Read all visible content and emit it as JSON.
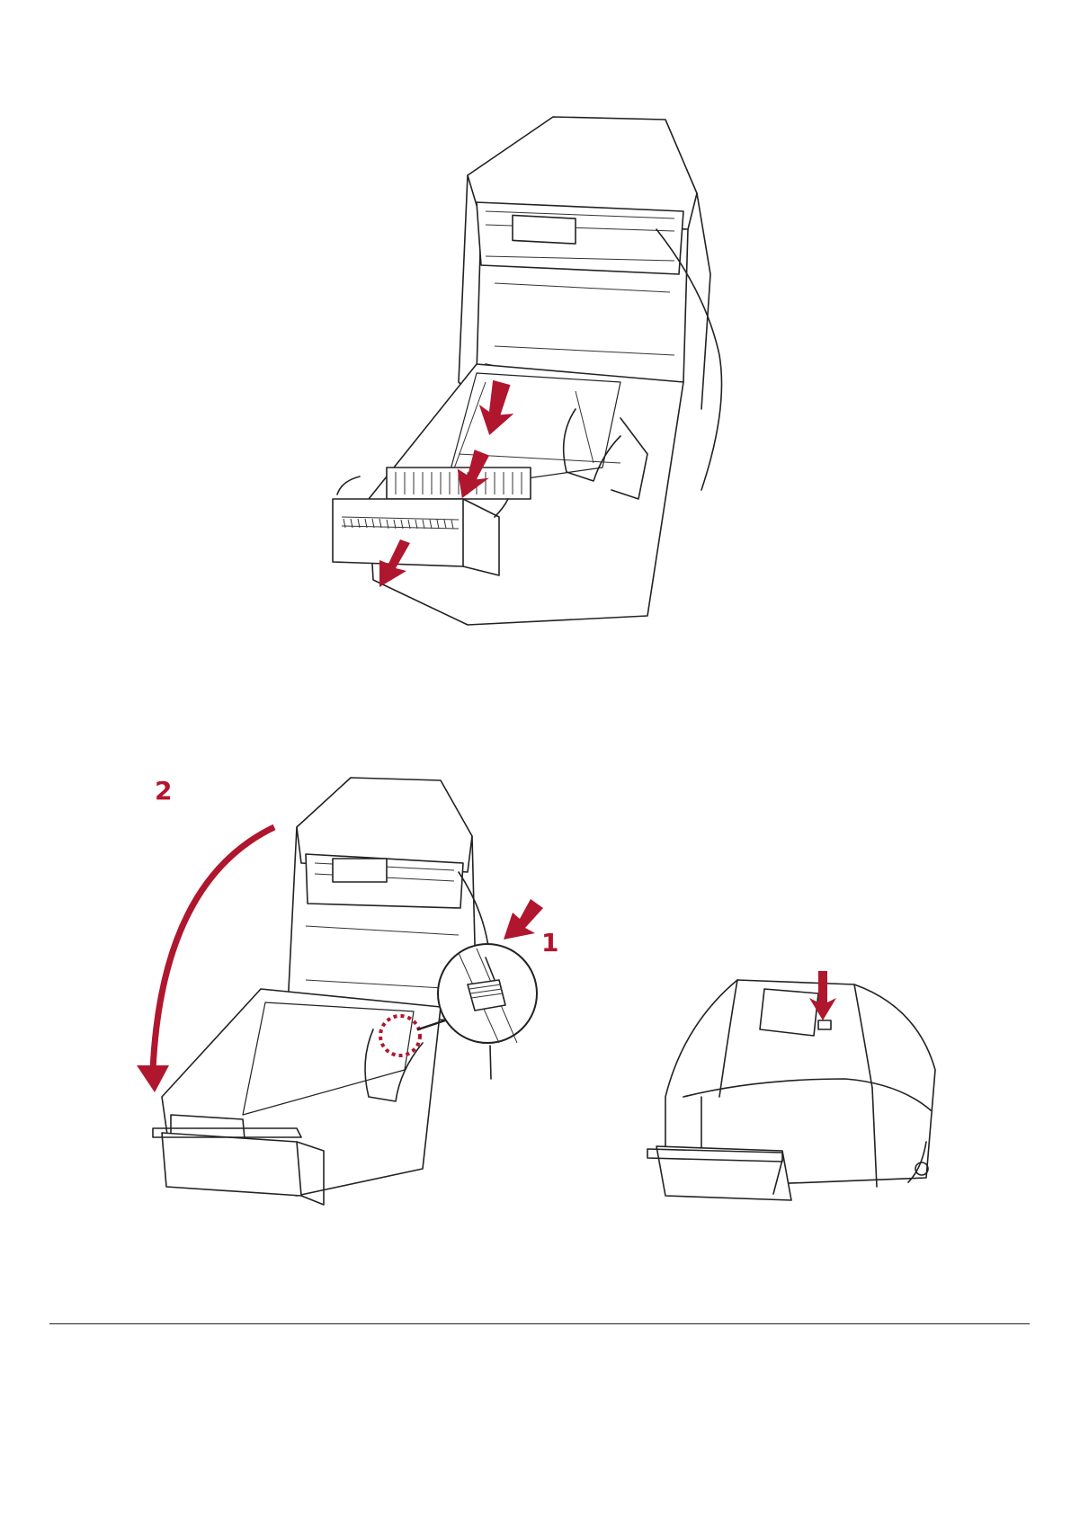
{
  "steps": {
    "step_1": "1",
    "step_2": "2"
  },
  "colors": {
    "accent": "#b0162e",
    "line": "#222222"
  },
  "icons": {
    "figure_top": "printer-open-load-media-illustration",
    "figure_bottom_left": "printer-close-cover-illustration",
    "figure_bottom_right": "printer-closed-press-illustration"
  }
}
